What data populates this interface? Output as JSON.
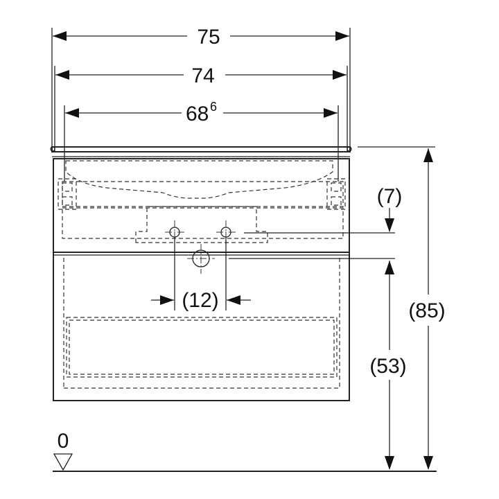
{
  "dimensions": {
    "overall_width": "75",
    "cabinet_width": "74",
    "drain_spacing_main": "68",
    "drain_spacing_sup": "6",
    "tap_offset": "(7)",
    "total_height": "(85)",
    "siphon_height": "(53)",
    "tap_spacing": "(12)",
    "floor_level": "0"
  },
  "colors": {
    "line": "#222222",
    "background": "#ffffff"
  }
}
